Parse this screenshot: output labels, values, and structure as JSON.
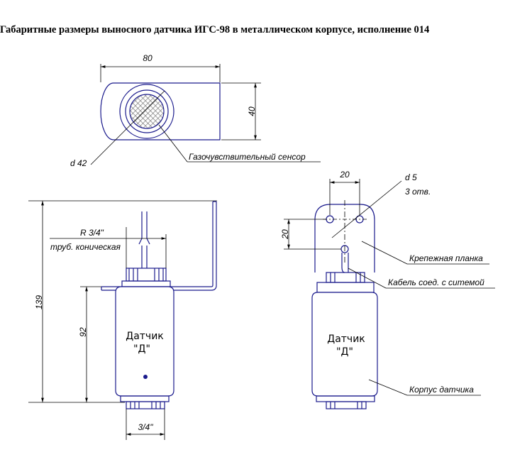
{
  "title": "Габаритные размеры выносного датчика ИГС-98 в металлическом корпусе, исполнение 014",
  "labels": {
    "dim_80": "80",
    "dim_40": "40",
    "dim_d42": "d 42",
    "sensor": "Газочувствительный сенсор",
    "dim_r34": "R 3/4\"",
    "thread_type": "труб. коническая",
    "dim_139": "139",
    "dim_92": "92",
    "dim_34": "3/4\"",
    "dim_20_top": "20",
    "dim_20_side": "20",
    "dim_d5": "d 5",
    "holes": "3 отв.",
    "bracket": "Крепежная планка",
    "cable": "Кабель соед. с ситемой",
    "housing": "Корпус датчика",
    "body_text_1": "Датчик",
    "body_text_2": "\"Д\""
  },
  "colors": {
    "outline": "#1a1a8c",
    "dimension": "#000000"
  }
}
